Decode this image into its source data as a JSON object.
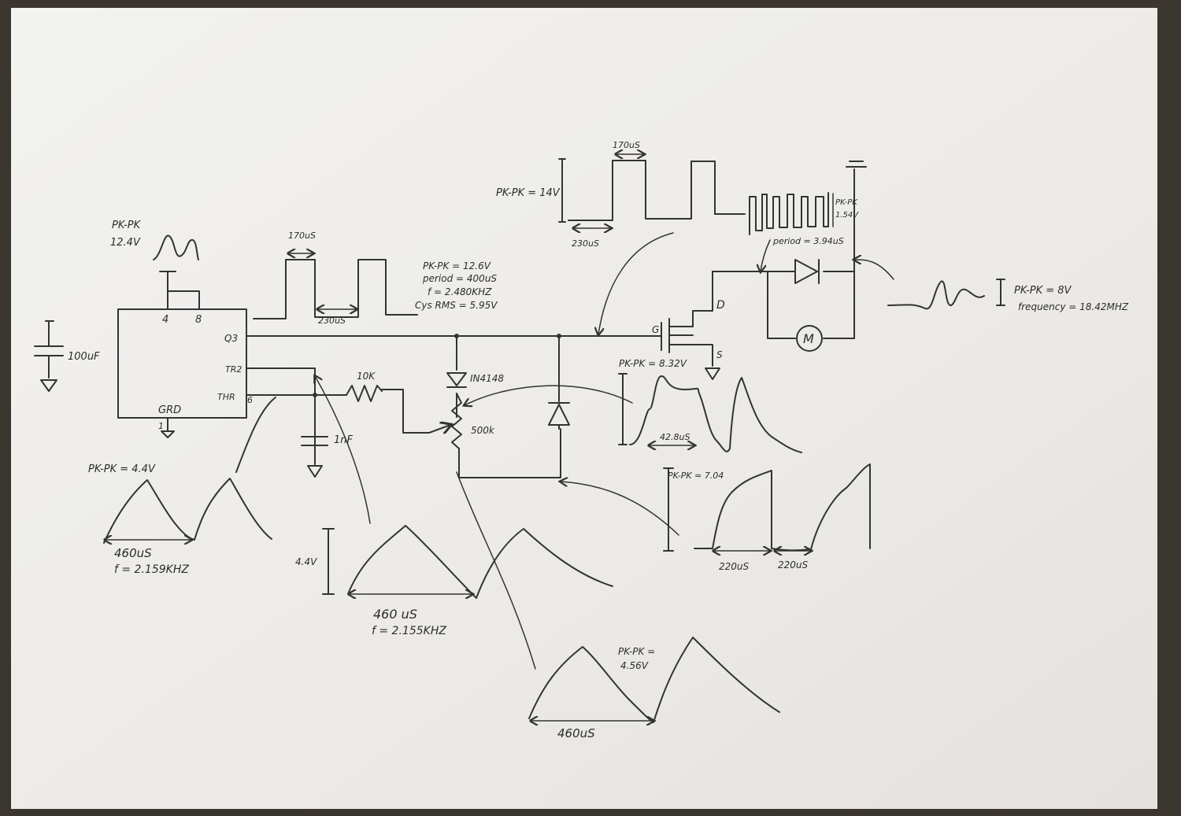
{
  "labels": {
    "ic": {
      "pin4": "4",
      "pin8": "8",
      "q": "Q3",
      "tr": "TR2",
      "thr": "THR",
      "pin6": "6",
      "gnd": "GRD",
      "pin1": "1"
    },
    "cap_100uf": "100uF",
    "cap_1nf": "1nF",
    "res_10k": "10K",
    "diode_1n4148": "IN4148",
    "pot_500k": "500k",
    "mosfet": {
      "g": "G",
      "d": "D",
      "s": "S"
    },
    "motor": "M"
  },
  "waveforms": {
    "supply": {
      "pkpk_line1": "PK-PK",
      "pkpk_line2": "12.4V"
    },
    "output_square": {
      "high_time": "170uS",
      "low_time": "230uS",
      "pkpk": "PK-PK = 12.6V",
      "period": "period = 400uS",
      "freq": "f = 2.480KHZ",
      "rms": "Cys RMS = 5.95V"
    },
    "gate_square": {
      "pkpk": "PK-PK = 14V",
      "high_time": "170uS",
      "low_time": "230uS"
    },
    "motor_pwm": {
      "pkpk_line1": "PK-PK",
      "pkpk_line2": "1.54V",
      "period": "period = 3.94uS"
    },
    "motor_noise": {
      "pkpk": "PK-PK = 8V",
      "freq": "frequency = 18.42MHZ"
    },
    "timing_cap": {
      "pkpk": "PK-PK = 4.4V",
      "time": "460uS",
      "freq": "f = 2.159KHZ"
    },
    "trigger": {
      "amp": "4.4V",
      "time": "460 uS",
      "freq": "f = 2.155KHZ"
    },
    "pot_wiper": {
      "pkpk": "PK-PK = 8.32V",
      "time": "42.8uS"
    },
    "diode_node": {
      "pkpk": "PK-PK = 7.04",
      "t1": "220uS",
      "t2": "220uS"
    },
    "bottom": {
      "pkpk_line1": "PK-PK =",
      "pkpk_line2": "4.56V",
      "time": "460uS"
    }
  }
}
